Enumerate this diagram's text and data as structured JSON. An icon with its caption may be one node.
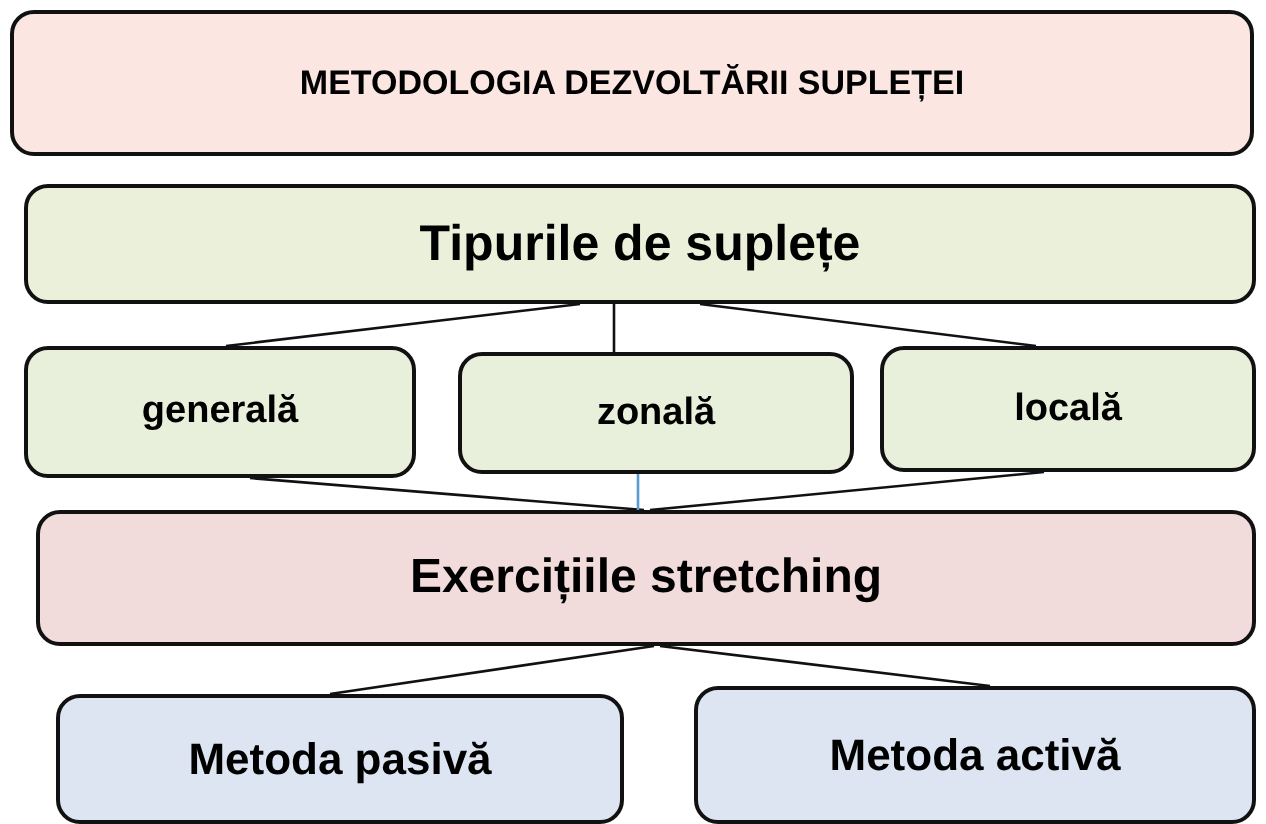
{
  "diagram": {
    "nodes": [
      {
        "text": [
          "METODOLOGIA DEZVOLTĂRII SUPLEȚEI"
        ]
      },
      {
        "text": [
          "Tipurile de suplețe"
        ]
      },
      {
        "text": [
          "generală"
        ]
      },
      {
        "text": [
          "zonală"
        ]
      },
      {
        "text": [
          "locală"
        ]
      },
      {
        "text": [
          "Exercițiile stretching"
        ]
      },
      {
        "text": [
          "Metoda pasivă"
        ]
      },
      {
        "text": [
          "Metoda activă"
        ]
      }
    ],
    "edges": [
      {
        "from": 1,
        "to": 2,
        "arrow": "none"
      },
      {
        "from": 1,
        "to": 3,
        "arrow": "none"
      },
      {
        "from": 1,
        "to": 4,
        "arrow": "none"
      },
      {
        "from": 2,
        "to": 5,
        "arrow": "none"
      },
      {
        "from": 3,
        "to": 5,
        "arrow": "none",
        "color": "#5b9bd5"
      },
      {
        "from": 4,
        "to": 5,
        "arrow": "none"
      },
      {
        "from": 5,
        "to": 6,
        "arrow": "none"
      },
      {
        "from": 5,
        "to": 7,
        "arrow": "none"
      }
    ]
  }
}
